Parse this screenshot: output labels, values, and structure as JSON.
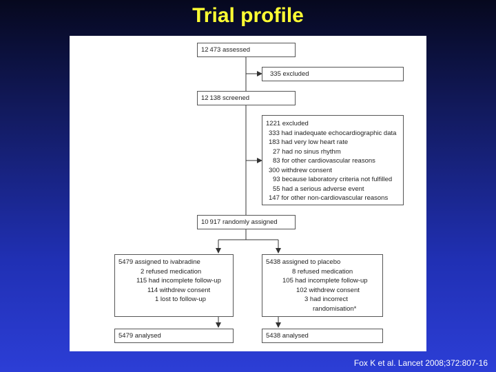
{
  "title": "Trial profile",
  "citation": "Fox K et al. Lancet 2008;372:807-16",
  "boxes": {
    "assessed": "12 473 assessed",
    "excluded1": "335 excluded",
    "screened": "12 138 screened",
    "excluded2": {
      "header": "1221 excluded",
      "lines": [
        "333 had inadequate echocardiographic data",
        "183 had very low heart rate",
        "27 had no sinus rhythm",
        "83 for other cardiovascular reasons",
        "300 withdrew consent",
        "93 because laboratory criteria not fulfilled",
        "55 had a serious adverse event",
        "147 for other non-cardiovascular reasons"
      ]
    },
    "randomised": "10 917 randomly assigned",
    "ivabradine": {
      "header": "5479 assigned to ivabradine",
      "lines": [
        "2 refused medication",
        "115 had incomplete follow-up",
        "114 withdrew consent",
        "1 lost to follow-up"
      ]
    },
    "placebo": {
      "header": "5438 assigned to placebo",
      "lines": [
        "8 refused medication",
        "105 had incomplete follow-up",
        "102 withdrew consent",
        "3 had incorrect",
        "randomisation*"
      ]
    },
    "analysed_ivabradine": "5479 analysed",
    "analysed_placebo": "5438 analysed"
  }
}
